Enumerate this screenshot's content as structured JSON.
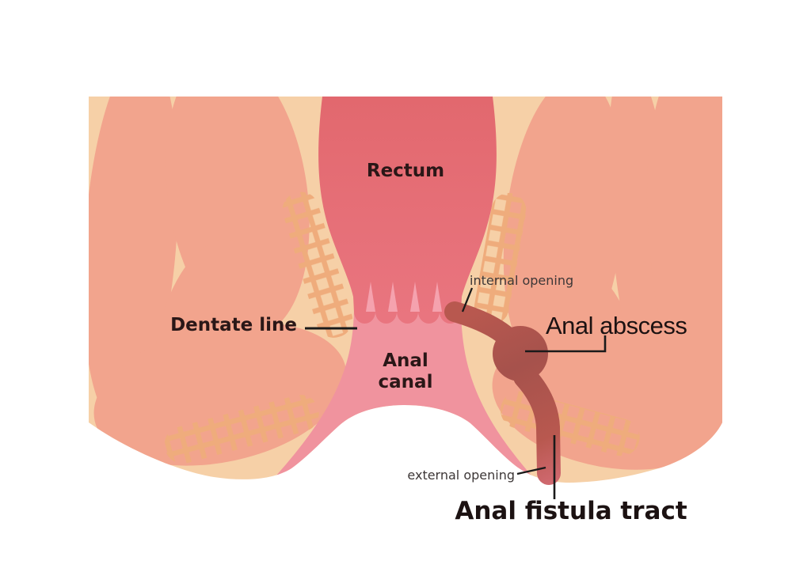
{
  "illustration": {
    "labels": {
      "rectum": "Rectum",
      "dentate_line": "Dentate line",
      "anal_canal_line1": "Anal",
      "anal_canal_line2": "canal",
      "internal_opening": "internal opening",
      "anal_abscess": "Anal abscess",
      "external_opening": "external opening",
      "anal_fistula_tract": "Anal fistula tract"
    },
    "colors": {
      "background": "#ffffff",
      "skin": "#f6d0a7",
      "muscle_blob": "#f2a48d",
      "muscle_net": "#efac7c",
      "rectum_top": "#e2686e",
      "rectum_bottom": "#e9757f",
      "anal_canal": "#f0939e",
      "anal_columns": "#f5a2ae",
      "fistula_dark": "#a6524c",
      "fistula_mid": "#b8584f",
      "fistula_light": "#d26a72",
      "label_dark": "#2a1717",
      "label_small": "#3d3737",
      "label_darkest": "#1c1212",
      "leader": "#1a1a1a"
    }
  }
}
